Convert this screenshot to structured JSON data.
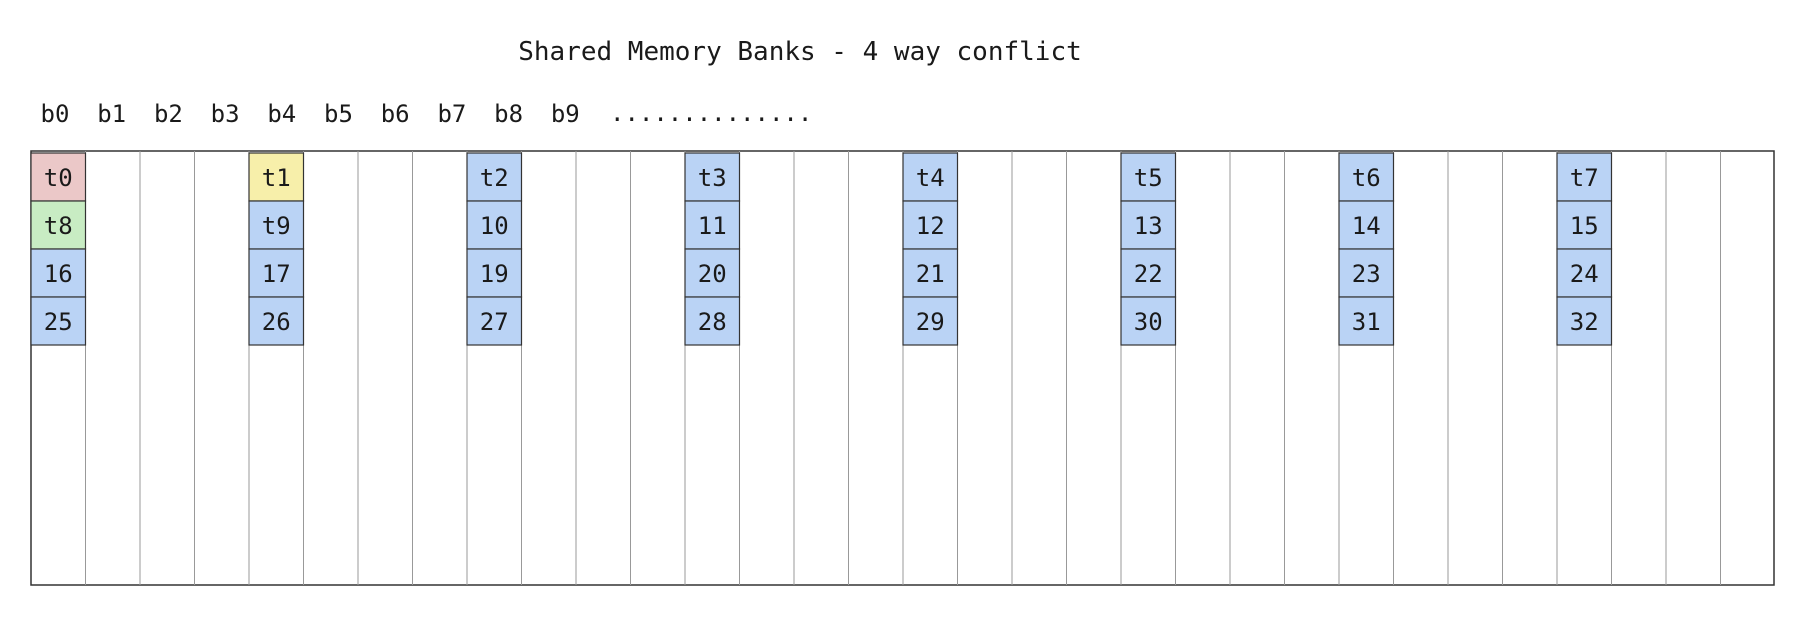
{
  "title": "Shared Memory Banks - 4 way conflict",
  "bank_labels": [
    "b0",
    "b1",
    "b2",
    "b3",
    "b4",
    "b5",
    "b6",
    "b7",
    "b8",
    "b9"
  ],
  "ellipsis": "..............",
  "bank_count": 32,
  "colors": {
    "default_cell": "#bad3f5",
    "t0_cell": "#ebc8c8",
    "t1_cell": "#f7efaa",
    "t8_cell": "#c8ecc3",
    "grid_line": "#999999",
    "border": "#333333"
  },
  "thread_groups": [
    {
      "bank": 0,
      "cells": [
        {
          "label": "t0",
          "color": "#ebc8c8"
        },
        {
          "label": "t8",
          "color": "#c8ecc3"
        },
        {
          "label": "16"
        },
        {
          "label": "25"
        }
      ]
    },
    {
      "bank": 4,
      "cells": [
        {
          "label": "t1",
          "color": "#f7efaa"
        },
        {
          "label": "t9"
        },
        {
          "label": "17"
        },
        {
          "label": "26"
        }
      ]
    },
    {
      "bank": 8,
      "cells": [
        {
          "label": "t2"
        },
        {
          "label": "10"
        },
        {
          "label": "19"
        },
        {
          "label": "27"
        }
      ]
    },
    {
      "bank": 12,
      "cells": [
        {
          "label": "t3"
        },
        {
          "label": "11"
        },
        {
          "label": "20"
        },
        {
          "label": "28"
        }
      ]
    },
    {
      "bank": 16,
      "cells": [
        {
          "label": "t4"
        },
        {
          "label": "12"
        },
        {
          "label": "21"
        },
        {
          "label": "29"
        }
      ]
    },
    {
      "bank": 20,
      "cells": [
        {
          "label": "t5"
        },
        {
          "label": "13"
        },
        {
          "label": "22"
        },
        {
          "label": "30"
        }
      ]
    },
    {
      "bank": 24,
      "cells": [
        {
          "label": "t6"
        },
        {
          "label": "14"
        },
        {
          "label": "23"
        },
        {
          "label": "31"
        }
      ]
    },
    {
      "bank": 28,
      "cells": [
        {
          "label": "t7"
        },
        {
          "label": "15"
        },
        {
          "label": "24"
        },
        {
          "label": "32"
        }
      ]
    }
  ]
}
